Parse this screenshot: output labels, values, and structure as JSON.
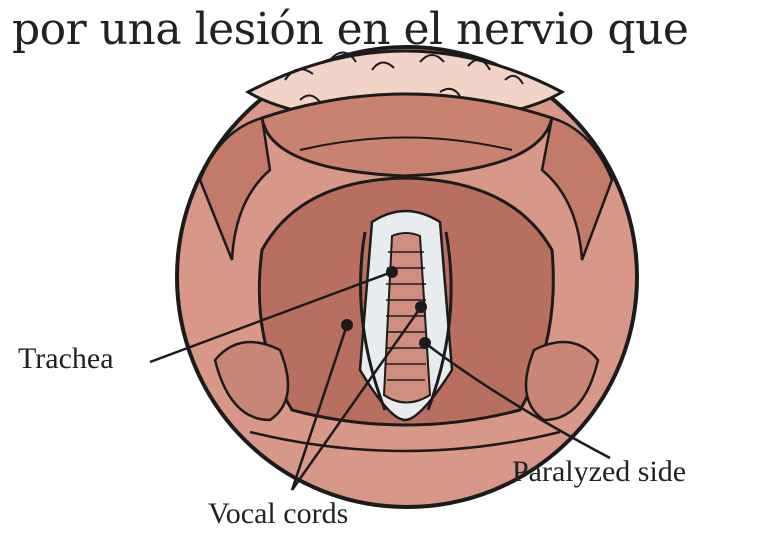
{
  "caption": "por una lesión en el nervio que",
  "labels": {
    "trachea": "Trachea",
    "paralyzed_side": "Paralyzed side",
    "vocal_cords": "Vocal cords"
  },
  "colors": {
    "skin": "#d7988a",
    "skin_dark": "#b96f60",
    "tongue": "#f1d3c8",
    "airway": "#e9ecef",
    "outline": "#1b1b1b"
  }
}
